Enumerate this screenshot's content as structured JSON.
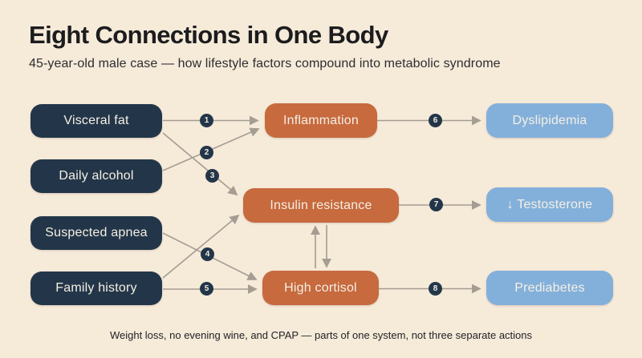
{
  "header": {
    "title": "Eight Connections in One Body",
    "subtitle": "45-year-old male case — how lifestyle factors compound into metabolic syndrome"
  },
  "footer": {
    "note": "Weight loss, no evening wine, and CPAP — parts of one system, not three separate actions"
  },
  "colors": {
    "background": "#f6ead9",
    "factor_node": "#233649",
    "mechanism_node": "#c76a3e",
    "outcome_node": "#83b0da",
    "node_text": "#f5efe5",
    "connector_line": "#a59d92",
    "number_badge": "#233649",
    "title_text": "#1c1c1e"
  },
  "diagram": {
    "factors": [
      {
        "label": "Visceral fat"
      },
      {
        "label": "Daily alcohol"
      },
      {
        "label": "Suspected apnea"
      },
      {
        "label": "Family history"
      }
    ],
    "mechanisms": [
      {
        "label": "Inflammation"
      },
      {
        "label": "Insulin resistance"
      },
      {
        "label": "High cortisol"
      }
    ],
    "outcomes": [
      {
        "label": "Dyslipidemia"
      },
      {
        "label": "↓ Testosterone"
      },
      {
        "label": "Prediabetes"
      }
    ],
    "connections": [
      {
        "number": "1",
        "from": "Visceral fat",
        "to": "Inflammation"
      },
      {
        "number": "2",
        "from": "Daily alcohol",
        "to": "Inflammation"
      },
      {
        "number": "3",
        "from": "Visceral fat",
        "to": "Insulin resistance"
      },
      {
        "number": "4",
        "from": "Suspected apnea",
        "to": "High cortisol"
      },
      {
        "number": "5",
        "from": "Family history",
        "to": "High cortisol"
      },
      {
        "number": "6",
        "from": "Inflammation",
        "to": "Dyslipidemia"
      },
      {
        "number": "7",
        "from": "Insulin resistance",
        "to": "↓ Testosterone"
      },
      {
        "number": "8",
        "from": "High cortisol",
        "to": "Prediabetes"
      }
    ],
    "unnumbered_connections": [
      {
        "from": "Family history",
        "to": "Insulin resistance"
      },
      {
        "from": "Insulin resistance",
        "to": "High cortisol",
        "bidirectional": true
      }
    ]
  }
}
